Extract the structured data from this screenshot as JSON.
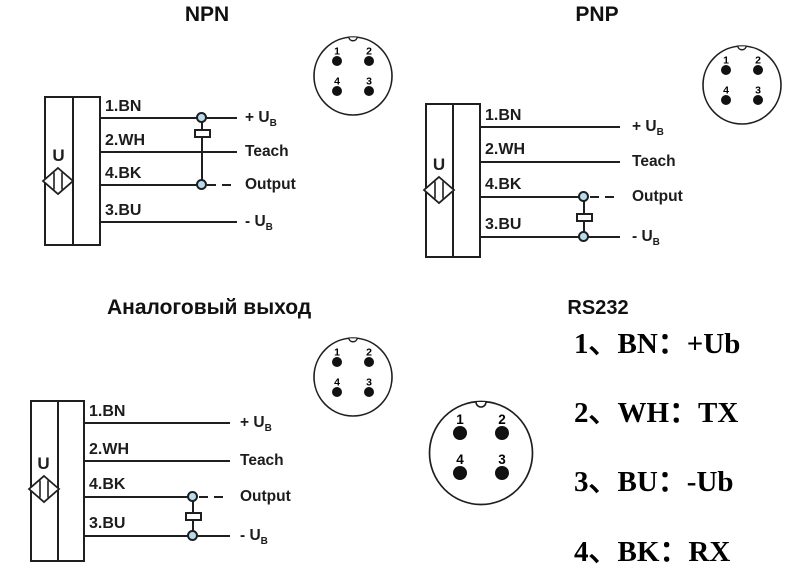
{
  "colors": {
    "line": "#1f1f1f",
    "node_fill": "#b9dcec",
    "pin_fill": "#111111",
    "background": "#ffffff"
  },
  "sections": {
    "npn": {
      "title": "NPN",
      "sensor_label": "U",
      "pins": [
        "1",
        "2",
        "4",
        "3"
      ],
      "rows": [
        {
          "wire": "1.BN",
          "label": "+ U",
          "sub": "B"
        },
        {
          "wire": "2.WH",
          "label": "Teach",
          "sub": ""
        },
        {
          "wire": "4.BK",
          "label": "Output",
          "sub": ""
        },
        {
          "wire": "3.BU",
          "label": "- U",
          "sub": "B"
        }
      ]
    },
    "pnp": {
      "title": "PNP",
      "sensor_label": "U",
      "pins": [
        "1",
        "2",
        "4",
        "3"
      ],
      "rows": [
        {
          "wire": "1.BN",
          "label": "+ U",
          "sub": "B"
        },
        {
          "wire": "2.WH",
          "label": "Teach",
          "sub": ""
        },
        {
          "wire": "4.BK",
          "label": "Output",
          "sub": ""
        },
        {
          "wire": "3.BU",
          "label": "- U",
          "sub": "B"
        }
      ]
    },
    "analog": {
      "title": "Аналоговый выход",
      "sensor_label": "U",
      "pins": [
        "1",
        "2",
        "4",
        "3"
      ],
      "rows": [
        {
          "wire": "1.BN",
          "label": "+ U",
          "sub": "B"
        },
        {
          "wire": "2.WH",
          "label": "Teach",
          "sub": ""
        },
        {
          "wire": "4.BK",
          "label": "Output",
          "sub": ""
        },
        {
          "wire": "3.BU",
          "label": "- U",
          "sub": "B"
        }
      ]
    },
    "rs232": {
      "title": "RS232",
      "pins": [
        "1",
        "2",
        "4",
        "3"
      ],
      "entries": [
        "1、BN：+Ub",
        "2、WH：TX",
        "3、BU：-Ub",
        "4、BK：RX"
      ]
    }
  }
}
